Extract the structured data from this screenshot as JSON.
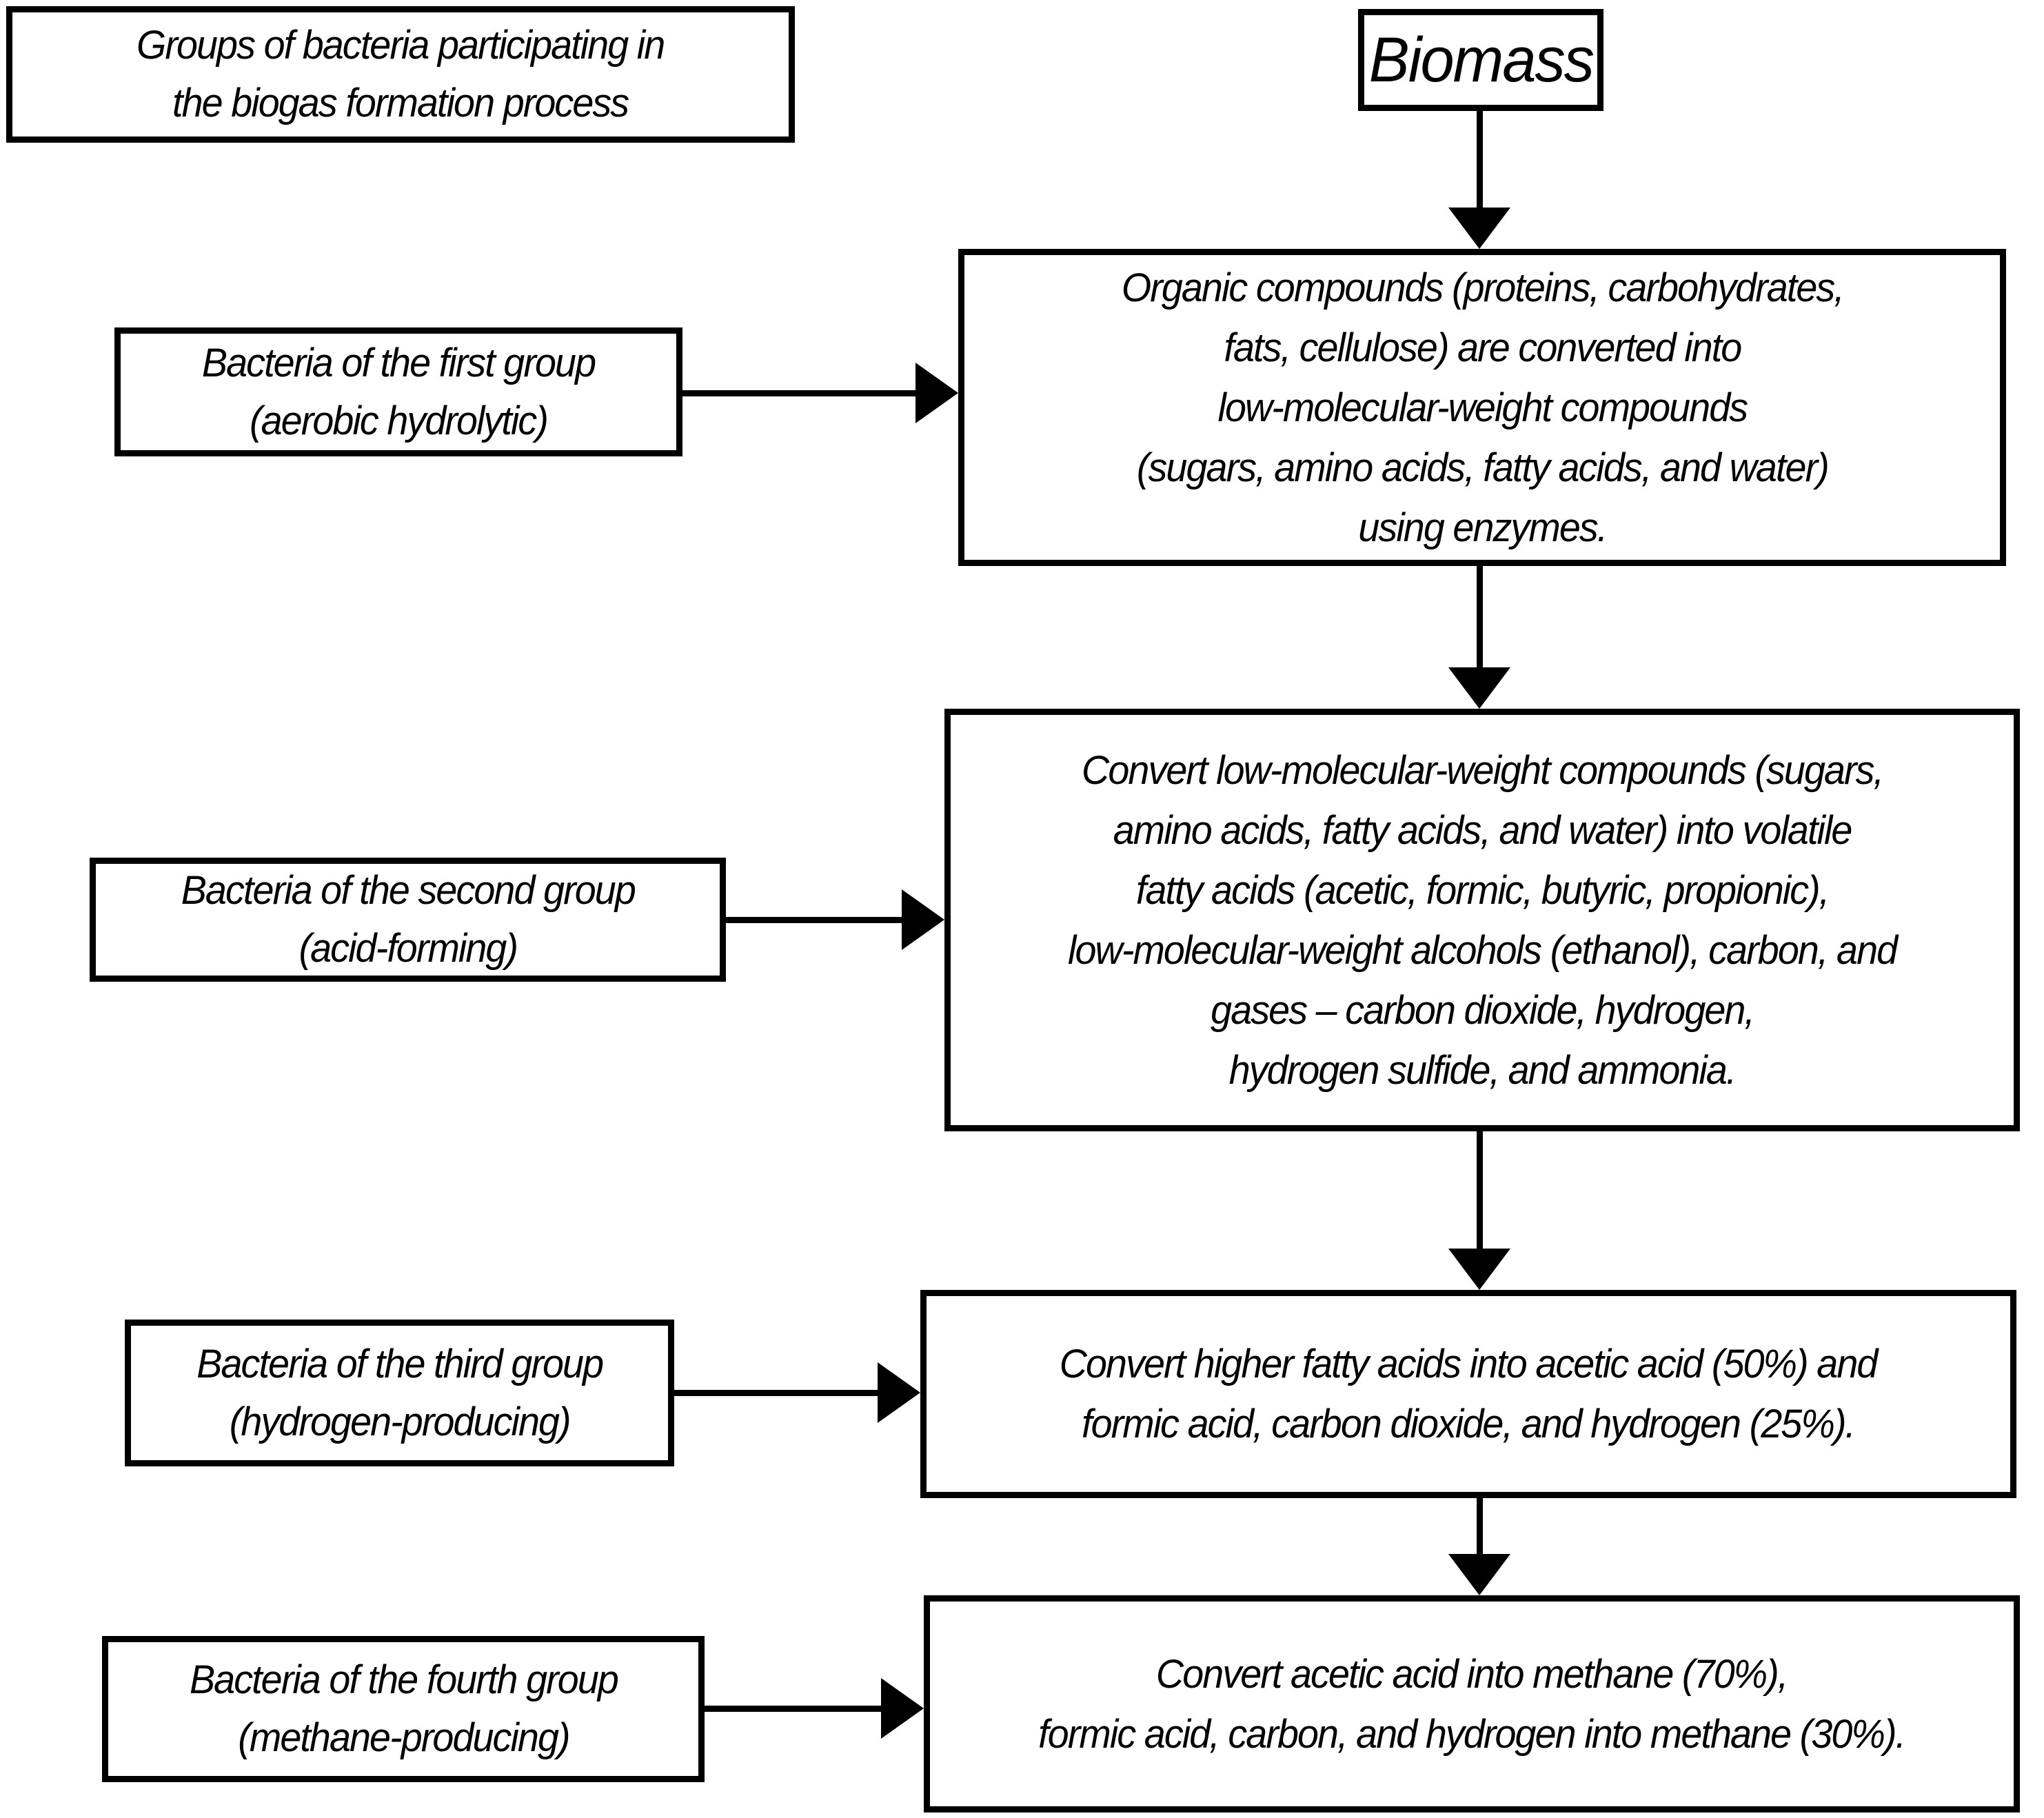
{
  "diagram": {
    "background_color": "#ffffff",
    "line_color": "#000000",
    "title_box": {
      "lines": [
        "Groups of bacteria participating in",
        "the biogas formation process"
      ]
    },
    "biomass": {
      "label": "Biomass"
    },
    "groups": [
      {
        "lines": [
          "Bacteria of the first group",
          "(aerobic hydrolytic)"
        ]
      },
      {
        "lines": [
          "Bacteria of the second group",
          "(acid-forming)"
        ]
      },
      {
        "lines": [
          "Bacteria of the third group",
          "(hydrogen-producing)"
        ]
      },
      {
        "lines": [
          "Bacteria of the fourth group",
          "(methane-producing)"
        ]
      }
    ],
    "processes": [
      {
        "lines": [
          "Organic compounds (proteins, carbohydrates,",
          "fats, cellulose) are converted into",
          "low-molecular-weight compounds",
          "(sugars, amino acids, fatty acids, and water)",
          "using enzymes."
        ]
      },
      {
        "lines": [
          "Convert low-molecular-weight compounds (sugars,",
          "amino acids, fatty acids, and water) into volatile",
          "fatty acids (acetic, formic, butyric, propionic),",
          "low-molecular-weight alcohols (ethanol), carbon, and",
          "gases – carbon dioxide, hydrogen,",
          "hydrogen sulfide, and ammonia."
        ]
      },
      {
        "lines": [
          "Convert higher fatty acids into acetic acid (50%) and",
          "formic acid, carbon dioxide, and hydrogen (25%)."
        ]
      },
      {
        "lines": [
          "Convert acetic acid into methane (70%),",
          "formic acid, carbon, and hydrogen into methane (30%)."
        ]
      }
    ]
  }
}
